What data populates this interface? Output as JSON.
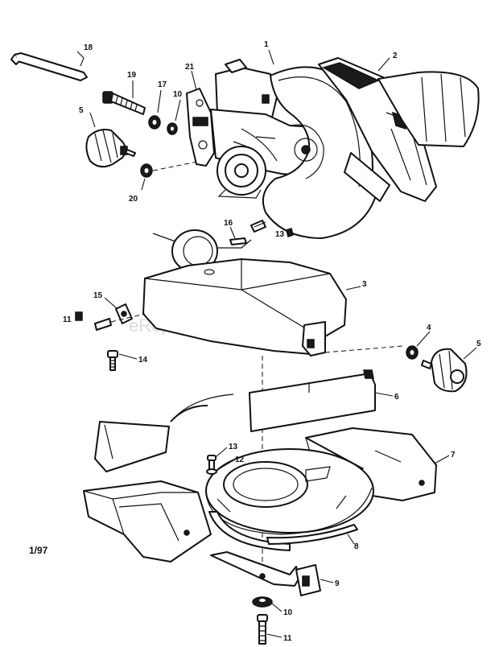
{
  "watermark": "eReplacementParts.com",
  "date_code": "1/97",
  "callouts": {
    "c1": "1",
    "c2": "2",
    "c3": "3",
    "c4": "4",
    "c5": "5",
    "c5b": "5",
    "c6": "6",
    "c7": "7",
    "c8": "8",
    "c9": "9",
    "c10": "10",
    "c10b": "10",
    "c11": "11",
    "c11b": "11",
    "c12": "12",
    "c13": "13",
    "c13b": "13",
    "c14": "14",
    "c15": "15",
    "c16": "16",
    "c17": "17",
    "c18": "18",
    "c19": "19",
    "c20": "20",
    "c21": "21"
  }
}
